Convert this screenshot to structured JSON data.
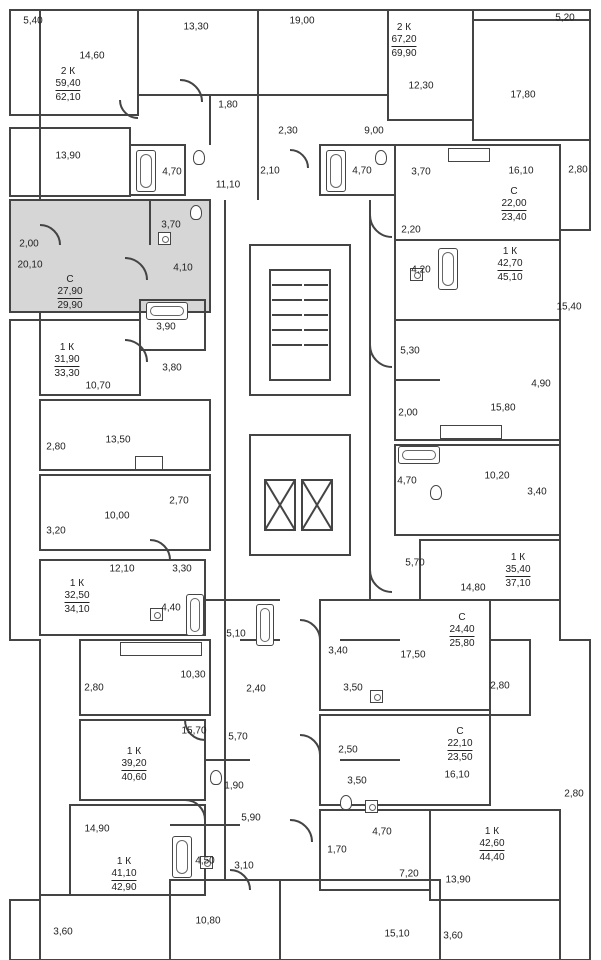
{
  "apartments": [
    {
      "type": "2 К",
      "area_living": "59,40",
      "area_total": "62,10"
    },
    {
      "type": "2 К",
      "area_living": "67,20",
      "area_total": "69,90"
    },
    {
      "type": "С",
      "area_living": "22,00",
      "area_total": "23,40"
    },
    {
      "type": "С",
      "area_living": "27,90",
      "area_total": "29,90"
    },
    {
      "type": "1 К",
      "area_living": "42,70",
      "area_total": "45,10"
    },
    {
      "type": "1 К",
      "area_living": "31,90",
      "area_total": "33,30"
    },
    {
      "type": "1 К",
      "area_living": "35,40",
      "area_total": "37,10"
    },
    {
      "type": "1 К",
      "area_living": "32,50",
      "area_total": "34,10"
    },
    {
      "type": "С",
      "area_living": "24,40",
      "area_total": "25,80"
    },
    {
      "type": "С",
      "area_living": "22,10",
      "area_total": "23,50"
    },
    {
      "type": "1 К",
      "area_living": "39,20",
      "area_total": "40,60"
    },
    {
      "type": "1 К",
      "area_living": "41,10",
      "area_total": "42,90"
    },
    {
      "type": "1 К",
      "area_living": "42,60",
      "area_total": "44,40"
    }
  ],
  "room_areas": [
    "5,40",
    "14,60",
    "13,30",
    "19,00",
    "5,20",
    "12,30",
    "17,80",
    "1,80",
    "2,30",
    "9,00",
    "13,90",
    "4,70",
    "11,10",
    "2,10",
    "4,70",
    "3,70",
    "16,10",
    "2,80",
    "3,70",
    "2,00",
    "20,10",
    "4,10",
    "2,20",
    "4,20",
    "15,40",
    "3,90",
    "5,30",
    "10,70",
    "3,80",
    "4,90",
    "15,80",
    "2,00",
    "13,50",
    "2,80",
    "10,20",
    "4,70",
    "3,40",
    "10,00",
    "2,70",
    "3,20",
    "5,70",
    "14,80",
    "12,10",
    "3,30",
    "4,40",
    "5,10",
    "3,40",
    "17,50",
    "2,80",
    "10,30",
    "3,50",
    "2,80",
    "2,40",
    "15,70",
    "5,70",
    "2,50",
    "16,10",
    "3,50",
    "1,90",
    "2,80",
    "14,90",
    "5,90",
    "4,70",
    "4,50",
    "3,10",
    "1,70",
    "7,20",
    "13,90",
    "10,80",
    "3,60",
    "15,10",
    "3,60"
  ],
  "highlight_color": "#d6d6d6",
  "wall_color": "#444444"
}
